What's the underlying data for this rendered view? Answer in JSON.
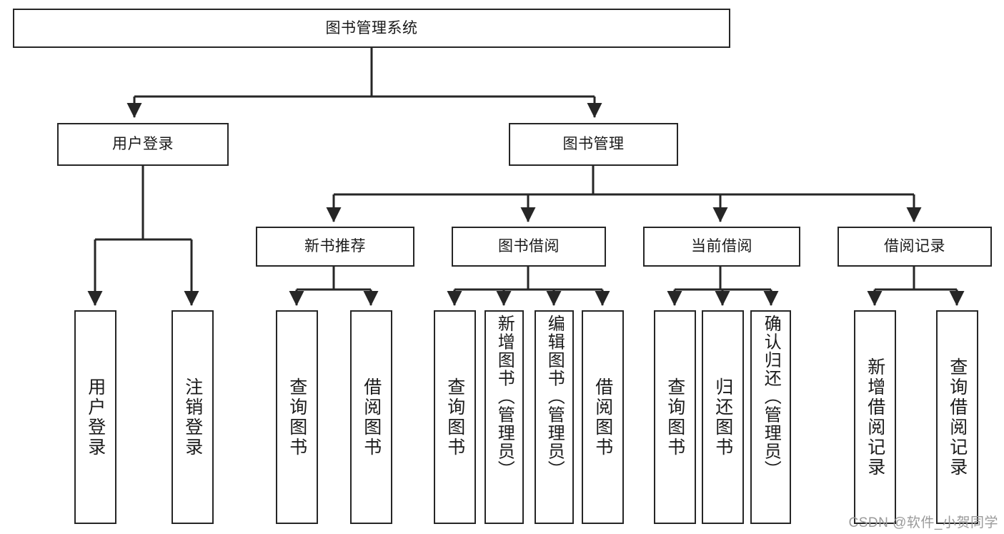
{
  "diagram": {
    "type": "tree-hierarchy",
    "title": "图书管理系统",
    "watermark": "CSDN @软件_小贺同学",
    "colors": {
      "stroke": "#262626",
      "fill": "#ffffff",
      "text": "#1a1a1a",
      "watermark": "#9a9a9a"
    },
    "nodes": {
      "root": {
        "label": "图书管理系统",
        "level": 0
      },
      "level1": [
        {
          "id": "user-login",
          "label": "用户登录"
        },
        {
          "id": "book-management",
          "label": "图书管理"
        }
      ],
      "level2": [
        {
          "id": "new-book-recommend",
          "label": "新书推荐",
          "parent": "book-management"
        },
        {
          "id": "book-borrow",
          "label": "图书借阅",
          "parent": "book-management"
        },
        {
          "id": "current-borrow",
          "label": "当前借阅",
          "parent": "book-management"
        },
        {
          "id": "borrow-record",
          "label": "借阅记录",
          "parent": "book-management"
        }
      ],
      "leaves": {
        "user-login": [
          {
            "id": "leaf-user-login",
            "label": "用户登录"
          },
          {
            "id": "leaf-logout",
            "label": "注销登录"
          }
        ],
        "new-book-recommend": [
          {
            "id": "leaf-query-book-1",
            "label": "查询图书"
          },
          {
            "id": "leaf-borrow-book-1",
            "label": "借阅图书"
          }
        ],
        "book-borrow": [
          {
            "id": "leaf-query-book-2",
            "label": "查询图书"
          },
          {
            "id": "leaf-add-book",
            "label": "新增图书（管理员）"
          },
          {
            "id": "leaf-edit-book",
            "label": "编辑图书（管理员）"
          },
          {
            "id": "leaf-borrow-book-2",
            "label": "借阅图书"
          }
        ],
        "current-borrow": [
          {
            "id": "leaf-query-book-3",
            "label": "查询图书"
          },
          {
            "id": "leaf-return-book",
            "label": "归还图书"
          },
          {
            "id": "leaf-confirm-return",
            "label": "确认归还（管理员）"
          }
        ],
        "borrow-record": [
          {
            "id": "leaf-add-record",
            "label": "新增借阅记录"
          },
          {
            "id": "leaf-query-record",
            "label": "查询借阅记录"
          }
        ]
      }
    }
  }
}
